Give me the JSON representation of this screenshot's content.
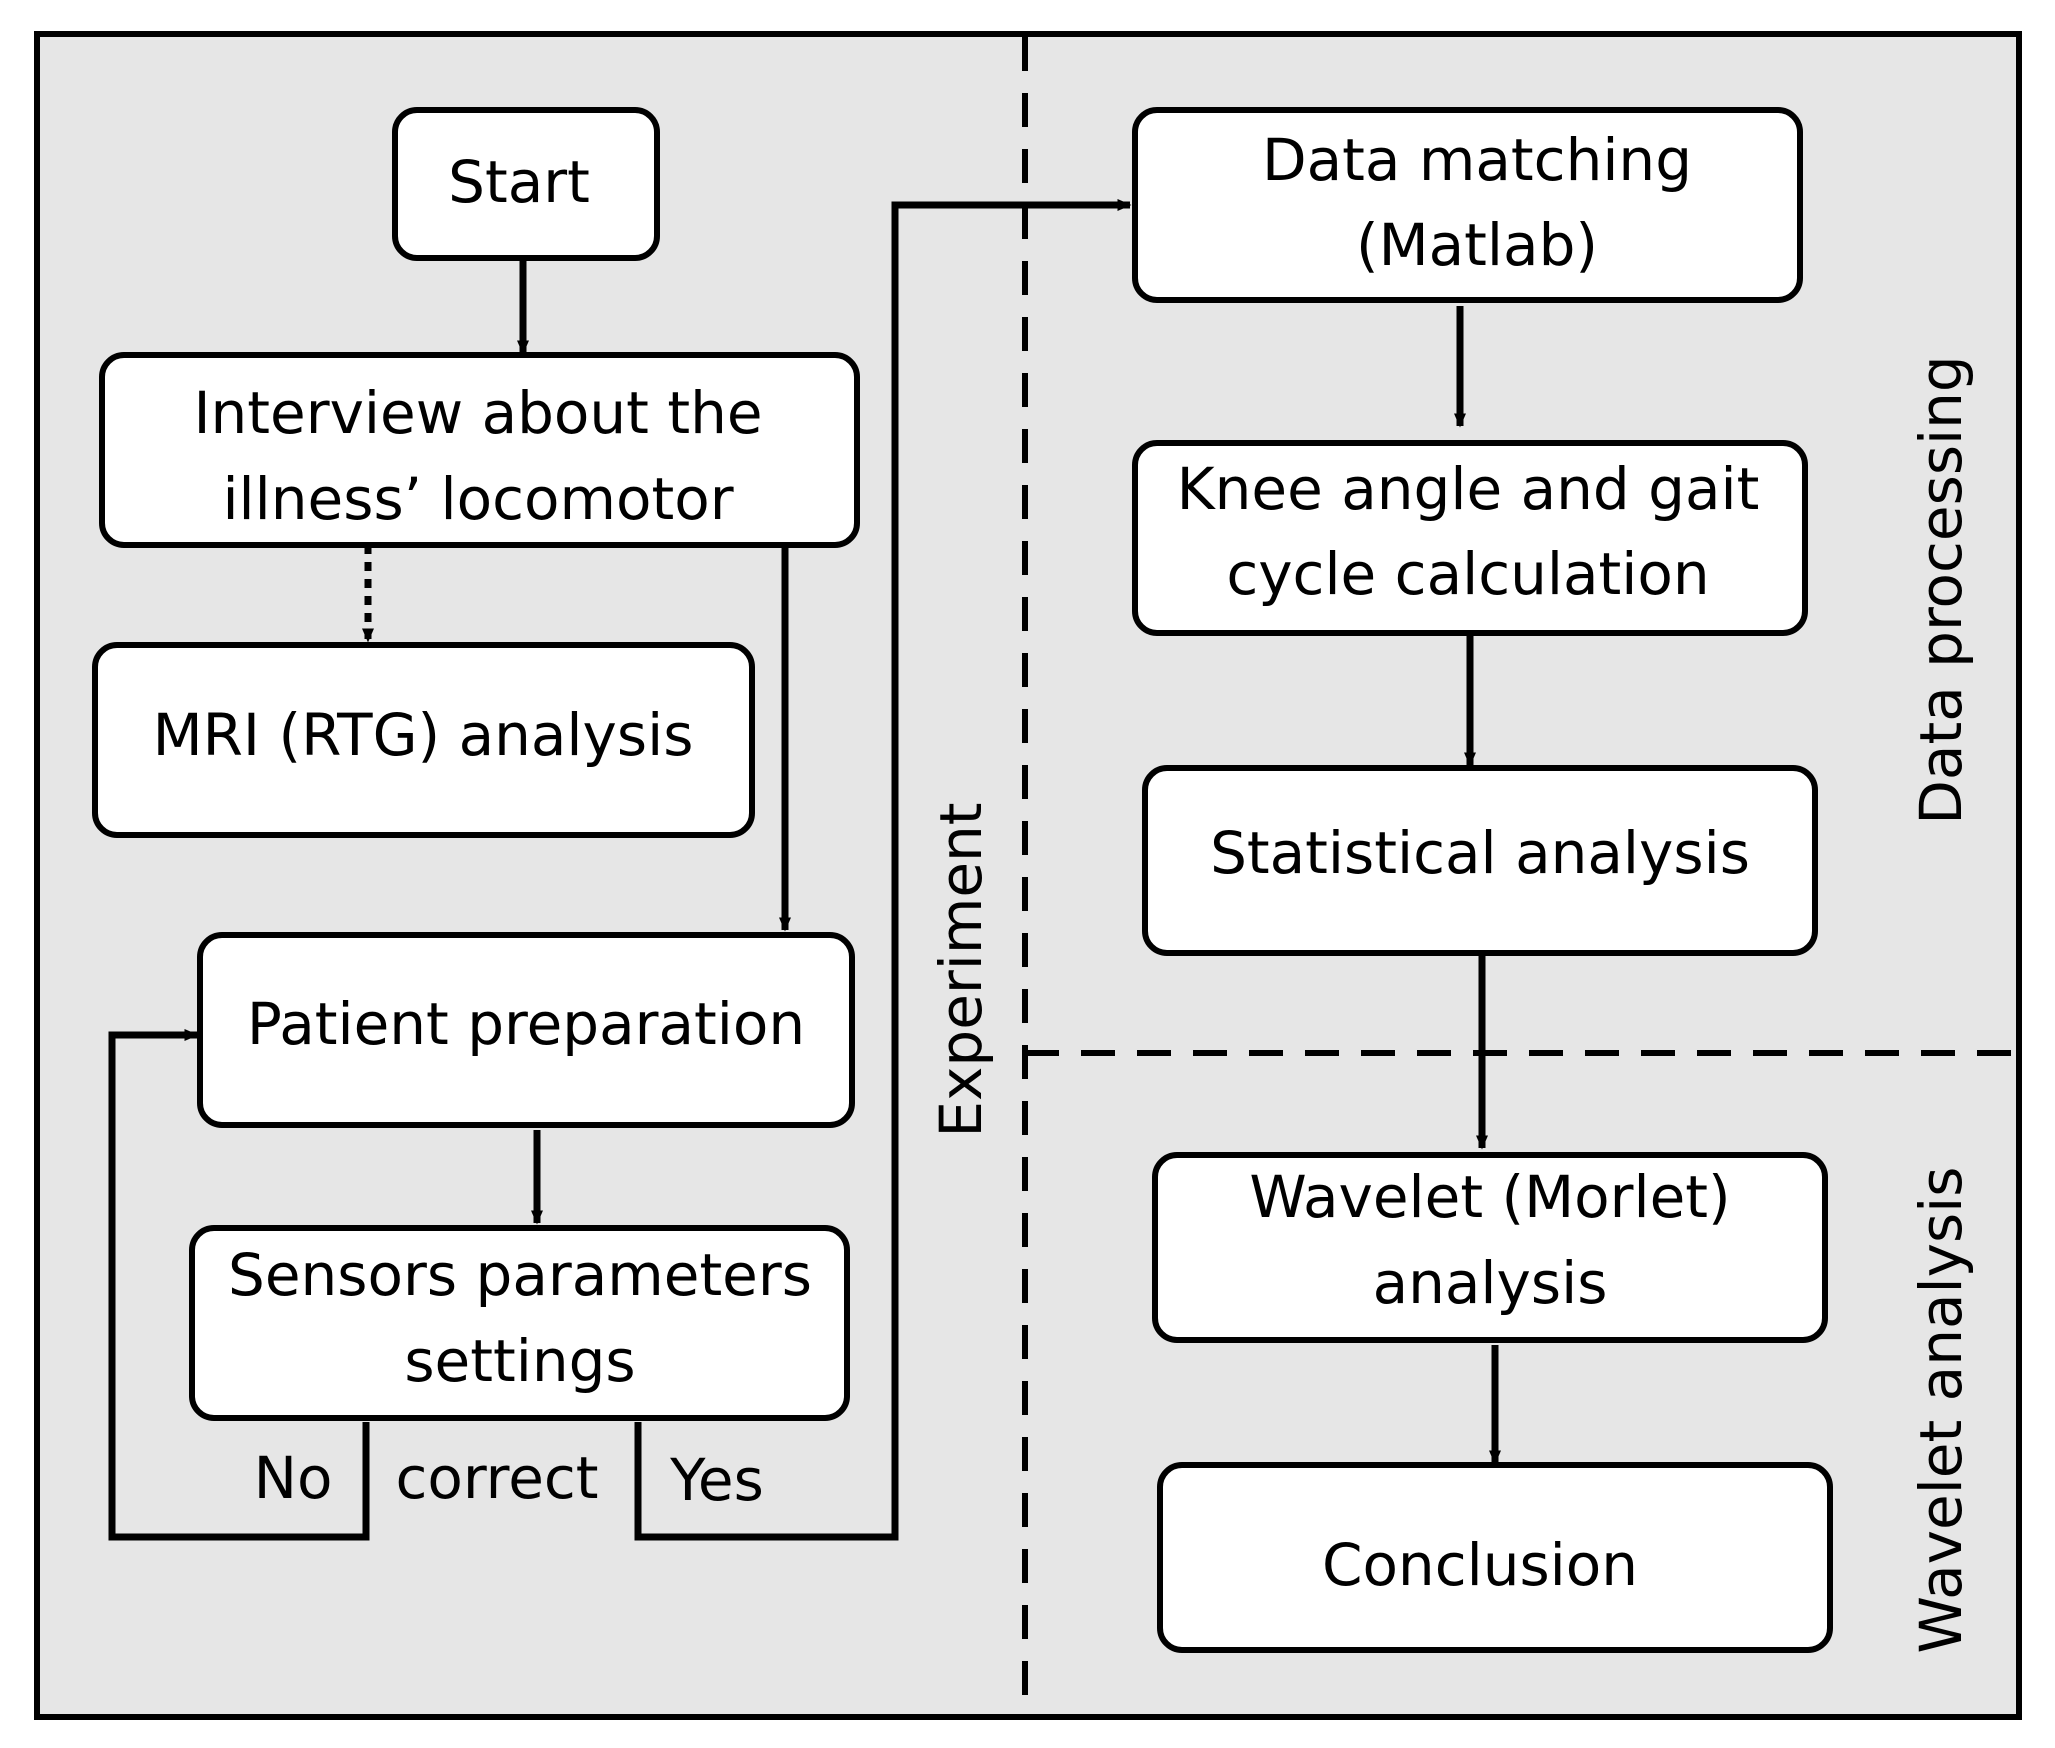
{
  "colors": {
    "panel_fill": "#e6e6e6",
    "box_fill": "#ffffff",
    "line": "#000000"
  },
  "sections": {
    "experiment": "Experiment",
    "data_processing": "Data processing",
    "wavelet_analysis": "Wavelet analysis"
  },
  "nodes": {
    "start": "Start",
    "interview": [
      "Interview about the",
      "illness’ locomotor"
    ],
    "mri": "MRI (RTG) analysis",
    "patient": "Patient preparation",
    "sensors": [
      "Sensors parameters",
      "settings"
    ],
    "data_matching": [
      "Data matching",
      "(Matlab)"
    ],
    "knee": [
      "Knee angle and gait",
      "cycle calculation"
    ],
    "statistical": "Statistical analysis",
    "wavelet": [
      "Wavelet (Morlet)",
      "analysis"
    ],
    "conclusion": "Conclusion"
  },
  "edge_labels": {
    "no": "No",
    "correct": "correct",
    "yes": "Yes"
  }
}
